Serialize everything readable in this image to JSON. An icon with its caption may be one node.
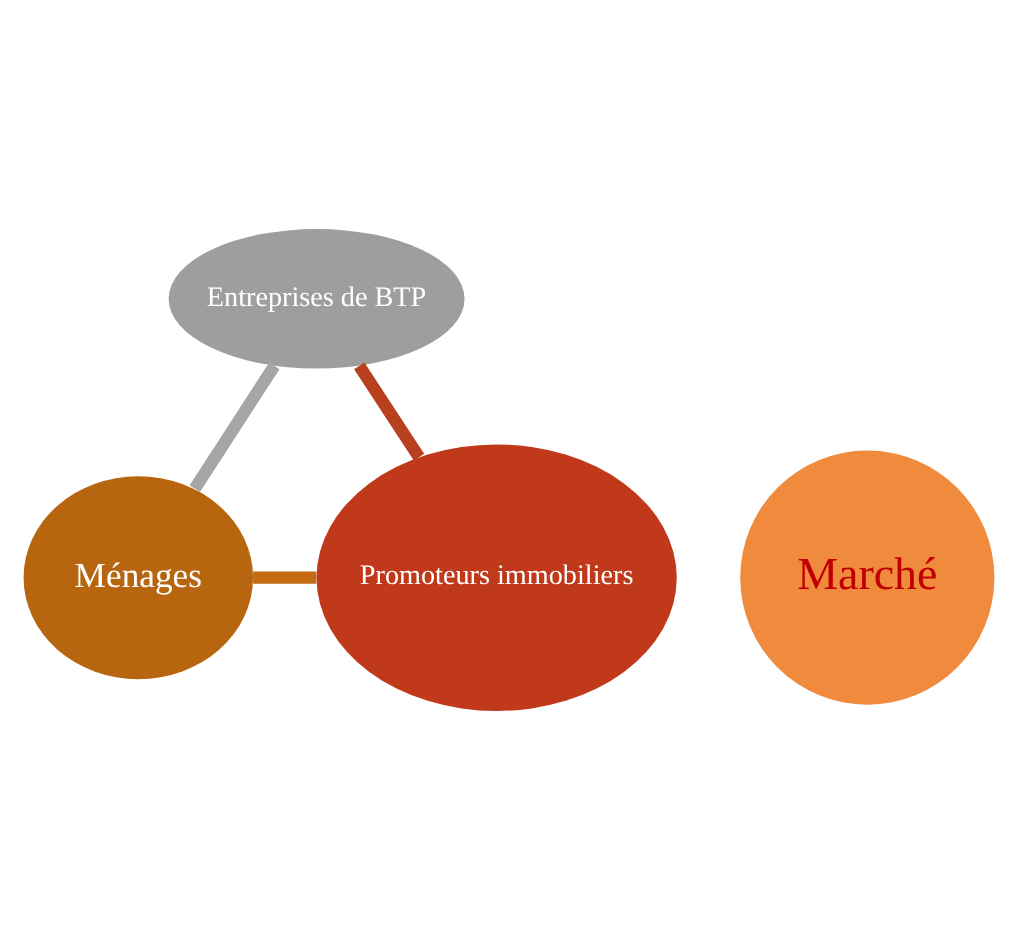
{
  "diagram": {
    "nodes": [
      {
        "text": [
          "Entreprises de BTP"
        ]
      },
      {
        "text": [
          "Marché"
        ]
      },
      {
        "text": [
          "Ménages"
        ]
      },
      {
        "text": [
          "Promoteurs immobiliers"
        ]
      }
    ],
    "edges": [
      {
        "from": 0,
        "to": 2,
        "arrow": "none",
        "color": "#a6a6a6"
      },
      {
        "from": 2,
        "to": 3,
        "arrow": "none",
        "color": "#c46a12"
      },
      {
        "from": 3,
        "to": 0,
        "arrow": "none",
        "color": "#b8401f"
      }
    ]
  }
}
